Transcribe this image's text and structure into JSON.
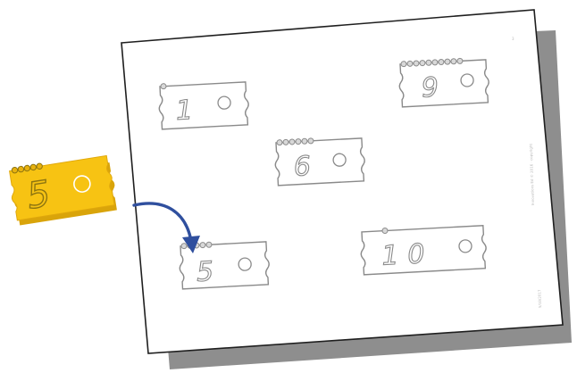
{
  "worksheet": {
    "cards": [
      {
        "number": "1",
        "beads": 1
      },
      {
        "number": "9",
        "beads": 10
      },
      {
        "number": "6",
        "beads": 6
      },
      {
        "number": "5",
        "beads": 5
      },
      {
        "number": "10",
        "beads": 1
      }
    ],
    "page_number": "3",
    "side_text": "Innovations Ed © 2016 · copyright",
    "corner_code": "5/18/2017"
  },
  "yellow_card": {
    "number": "5",
    "beads": 5,
    "color": "#f7c313"
  },
  "arrow": {
    "color": "#2f4f9e",
    "from": "yellow-card",
    "to": "card-5"
  },
  "colors": {
    "paper": "#ffffff",
    "shadow": "#8e8e8e",
    "outline": "#8a8a8a",
    "bead_fill": "#d8d8d8"
  }
}
